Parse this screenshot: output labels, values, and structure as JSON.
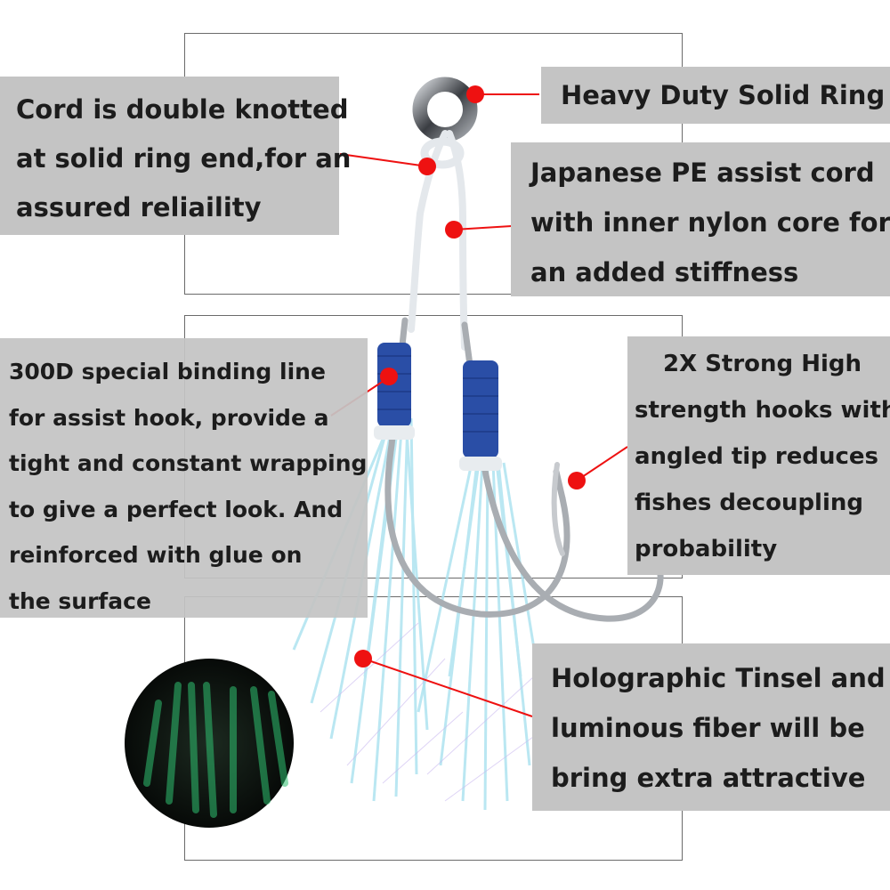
{
  "colors": {
    "callout_background": "#c4c4c4",
    "callout_text": "#1c1c1c",
    "pointer": "#ee1111",
    "frame_border": "#6b6b6b",
    "binding_wrap": "#2a4ea6",
    "tinsel": "#aee3f0",
    "glow": "#2fc070"
  },
  "icons": {
    "ring": "solid-ring-icon",
    "hook": "assist-hook-icon",
    "glow_inset": "luminous-fiber-glow-photo"
  },
  "callouts": {
    "cord": {
      "lines": [
        "Cord is double knotted",
        "at solid ring end,for an",
        "assured reliaility"
      ]
    },
    "ring": {
      "lines": [
        "Heavy Duty Solid Ring"
      ]
    },
    "pe_cord": {
      "lines": [
        "Japanese PE assist cord",
        "with inner nylon core for",
        "an added stiffness"
      ]
    },
    "binding": {
      "lines": [
        "300D special binding line",
        "for assist hook, provide a",
        "tight and constant wrapping",
        "to give a perfect look. And",
        "reinforced with glue on",
        "the surface"
      ]
    },
    "hooks": {
      "lines": [
        "2X Strong High",
        "strength hooks with",
        "angled tip reduces",
        "fishes decoupling",
        "probability"
      ]
    },
    "tinsel": {
      "lines": [
        "Holographic Tinsel and",
        "luminous fiber will be",
        "bring extra attractive"
      ]
    }
  }
}
